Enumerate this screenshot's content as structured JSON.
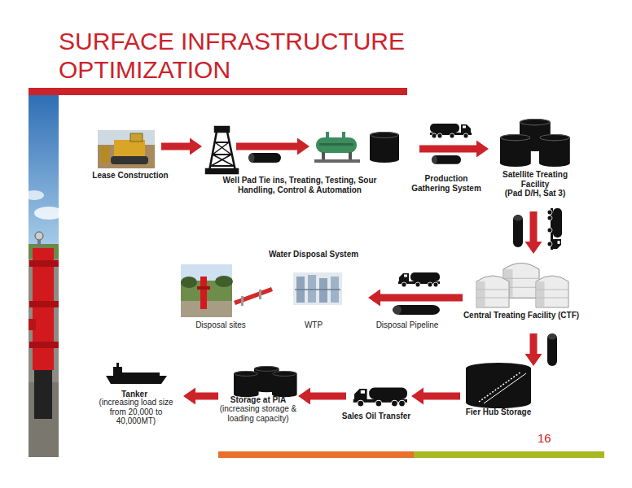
{
  "diagram": {
    "title": "SURFACE INFRASTRUCTURE OPTIMIZATION",
    "nodes": [
      {
        "text": [
          "Lease Construction"
        ]
      },
      {
        "text": [
          "Well Pad Tie ins, Treating, Testing, Sour Handling, Control & Automation"
        ]
      },
      {
        "text": [
          "Satellite Treating Facility",
          "(Pad D/H, Sat 3)"
        ]
      },
      {
        "text": [
          "Water Disposal System"
        ]
      },
      {
        "text": [
          "Disposal sites"
        ],
        "in": 3
      },
      {
        "text": [
          "WTP"
        ],
        "in": 3
      },
      {
        "text": [
          "Central Treating Facility (CTF)"
        ]
      },
      {
        "text": [
          "Tanker",
          "(increasing load size from 20,000 to 40,000MT)"
        ]
      },
      {
        "text": [
          "Storage at PIA",
          "(increasing storage & loading capacity)"
        ]
      },
      {
        "text": [
          "Sales Oil Transfer"
        ]
      },
      {
        "text": [
          "Fier Hub Storage"
        ]
      }
    ],
    "edges": [
      {
        "from": 0,
        "to": 1,
        "arrow": "to"
      },
      {
        "from": 1,
        "to": 2,
        "label": "Production Gathering System",
        "arrow": "to"
      },
      {
        "from": 2,
        "to": 6,
        "arrow": "to"
      },
      {
        "from": 6,
        "to": 3,
        "label": "Disposal Pipeline",
        "arrow": "to"
      },
      {
        "from": 6,
        "to": 10,
        "arrow": "to"
      },
      {
        "from": 10,
        "to": 9,
        "arrow": "to"
      },
      {
        "from": 9,
        "to": 8,
        "arrow": "to"
      },
      {
        "from": 8,
        "to": 7,
        "arrow": "to"
      }
    ],
    "labels": [
      "16"
    ]
  }
}
